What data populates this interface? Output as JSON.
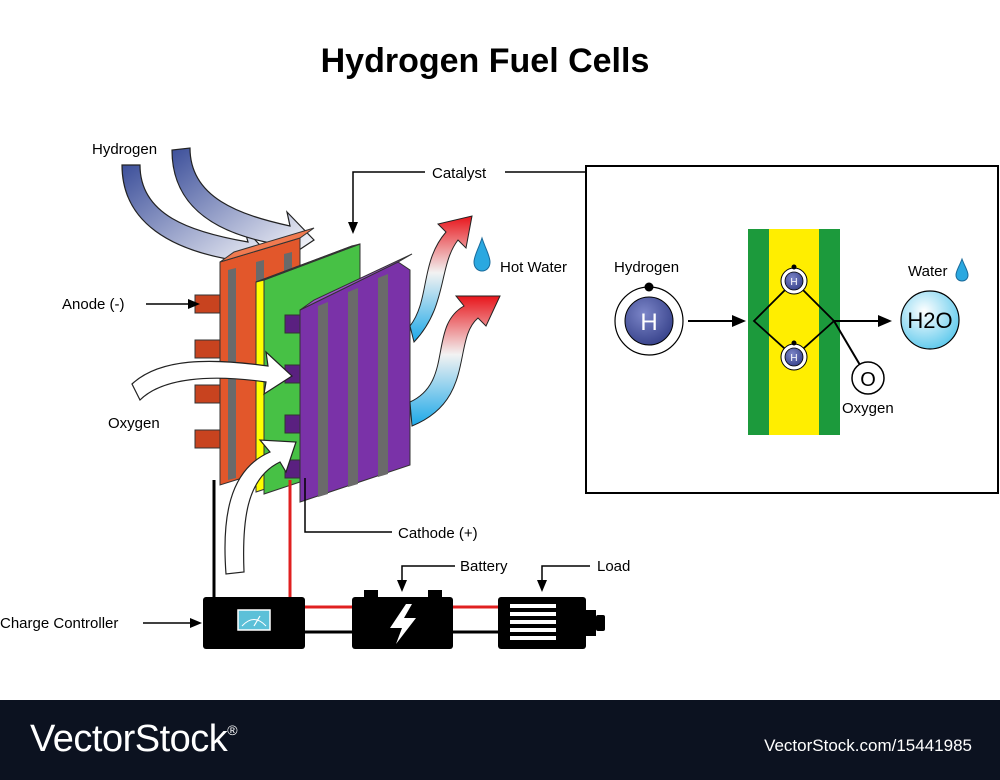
{
  "title": "Hydrogen Fuel Cells",
  "labels": {
    "hydrogen": "Hydrogen",
    "anode": "Anode (-)",
    "oxygen": "Oxygen",
    "catalyst": "Catalyst",
    "hot_water": "Hot Water",
    "cathode": "Cathode (+)",
    "battery": "Battery",
    "load": "Load",
    "charge_controller": "Charge Controller"
  },
  "inset": {
    "hydrogen": "Hydrogen",
    "h_symbol": "H",
    "water": "Water",
    "h2o": "H2O",
    "o_symbol": "O",
    "oxygen": "Oxygen"
  },
  "colors": {
    "anode": "#e2572b",
    "anode_dark": "#b83818",
    "membrane_green": "#47c145",
    "membrane_yellow": "#ffff00",
    "cathode": "#7a32a8",
    "cathode_dark": "#5a2080",
    "hydrogen_arrow": "#3c4f9a",
    "hot_arrow_red": "#e8151b",
    "hot_arrow_blue": "#1ba8e8",
    "wire_red": "#e02020",
    "footer_bg": "#0c1220"
  },
  "footer": {
    "logo": "VectorStock",
    "logo_mark": "®",
    "id": "VectorStock.com/15441985"
  }
}
